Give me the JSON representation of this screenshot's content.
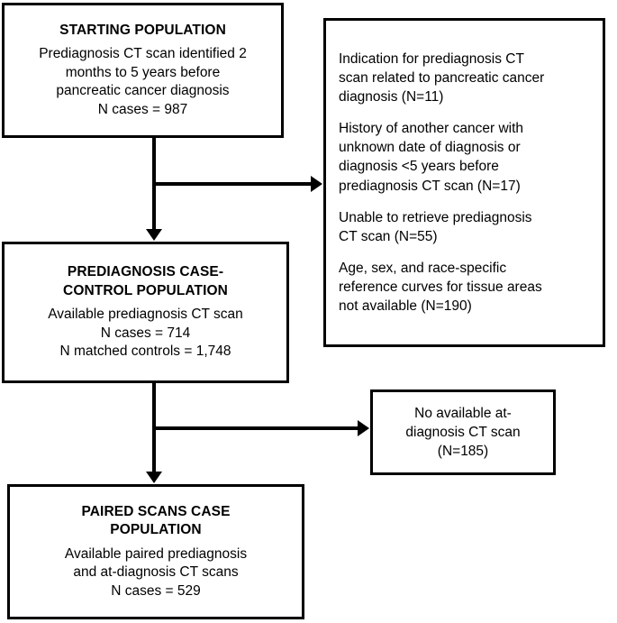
{
  "diagram": {
    "type": "flowchart",
    "orientation": "vertical-with-right-exclusions",
    "boxes": [
      {
        "id": "starting-population",
        "title": "STARTING POPULATION",
        "lines": [
          "Prediagnosis CT scan identified 2",
          "months to 5 years before",
          "pancreatic cancer diagnosis",
          "N cases = 987"
        ]
      },
      {
        "id": "prediagnosis-case-control-population",
        "title_lines": [
          "PREDIAGNOSIS CASE-",
          "CONTROL POPULATION"
        ],
        "lines": [
          "Available prediagnosis CT scan",
          "N cases = 714",
          "N matched controls = 1,748"
        ]
      },
      {
        "id": "paired-scans-case-population",
        "title_lines": [
          "PAIRED SCANS CASE",
          "POPULATION"
        ],
        "lines": [
          "Available paired prediagnosis",
          "and at-diagnosis CT scans",
          "N cases = 529"
        ]
      }
    ],
    "exclusion_boxes": [
      {
        "id": "exclusions-prediagnosis",
        "items": [
          [
            "Indication for prediagnosis CT",
            "scan related to pancreatic cancer",
            "diagnosis (N=11)"
          ],
          [
            "History of another cancer with",
            "unknown date of diagnosis or",
            "diagnosis <5 years before",
            "prediagnosis CT scan (N=17)"
          ],
          [
            "Unable to retrieve prediagnosis",
            "CT scan (N=55)"
          ],
          [
            "Age, sex, and race-specific",
            "reference curves for tissue areas",
            "not available (N=190)"
          ]
        ]
      },
      {
        "id": "exclusions-at-diagnosis",
        "items": [
          [
            "No available at-",
            "diagnosis CT scan",
            "(N=185)"
          ]
        ]
      }
    ],
    "connectors": [
      {
        "id": "trunk-1",
        "from": "starting-population",
        "to": "prediagnosis-case-control-population"
      },
      {
        "id": "branch-1",
        "from": "trunk-1",
        "to": "exclusions-prediagnosis"
      },
      {
        "id": "trunk-2",
        "from": "prediagnosis-case-control-population",
        "to": "paired-scans-case-population"
      },
      {
        "id": "branch-2",
        "from": "trunk-2",
        "to": "exclusions-at-diagnosis"
      }
    ],
    "counts": {
      "starting_cases": "987",
      "prediagnosis_cases": "714",
      "prediagnosis_matched_controls": "1,748",
      "paired_cases": "529",
      "excluded_indication_related": "11",
      "excluded_other_cancer": "17",
      "excluded_unable_retrieve": "55",
      "excluded_no_reference_curves": "190",
      "excluded_no_at_diagnosis_scan": "185"
    },
    "colors": {
      "stroke": "#000000",
      "fill": "#ffffff",
      "text": "#000000"
    }
  }
}
